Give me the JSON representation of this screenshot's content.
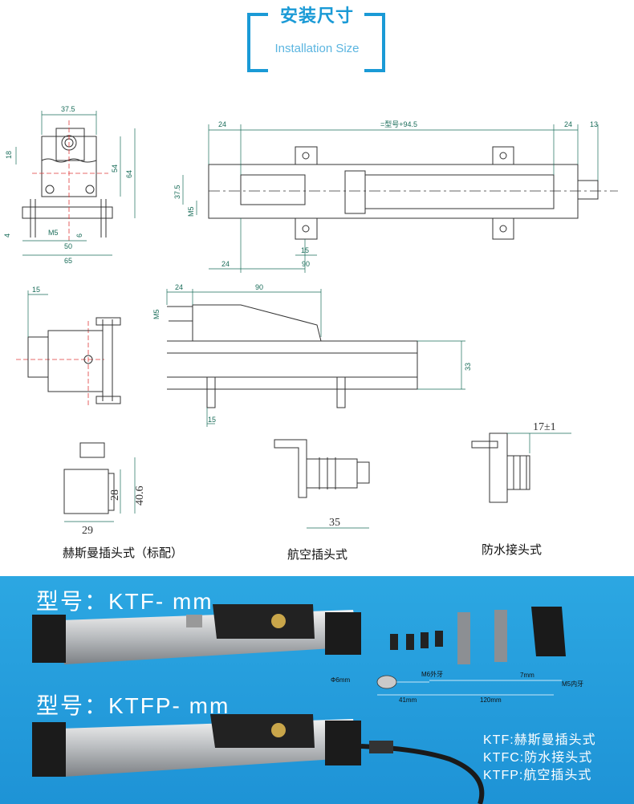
{
  "header": {
    "title_cn": "安装尺寸",
    "title_en": "Installation Size"
  },
  "dims": {
    "front": {
      "width_top": "37.5",
      "h18": "18",
      "h54": "54",
      "h64": "64",
      "d4": "4",
      "m5": "M5",
      "d6": "6",
      "d50": "50",
      "d65": "65"
    },
    "top": {
      "d24a": "24",
      "formula": "=型号+94.5",
      "d24b": "24",
      "d13": "13",
      "d375": "37.5",
      "m5": "M5",
      "d15": "15",
      "d24c": "24",
      "d90": "90"
    },
    "side": {
      "d15": "15",
      "d24": "24",
      "d90": "90",
      "m5": "M5",
      "d33": "33",
      "d15b": "15"
    },
    "connectors": {
      "hirschmann": {
        "d28": "28",
        "d406": "40.6",
        "d29": "29",
        "caption": "赫斯曼插头式（标配）"
      },
      "aviation": {
        "d35": "35",
        "caption": "航空插头式"
      },
      "waterproof": {
        "d17": "17±1",
        "caption": "防水接头式"
      }
    }
  },
  "banner": {
    "model1": "型号：KTF-  mm",
    "model2": "型号：KTFP-  mm",
    "rod": {
      "d6": "Φ6mm",
      "m6": "M6外牙",
      "d7": "7mm",
      "m5": "M5内牙",
      "d41": "41mm",
      "d120": "120mm"
    },
    "legend": [
      "KTF:赫斯曼插头式",
      "KTFC:防水接头式",
      "KTFP:航空插头式"
    ]
  },
  "colors": {
    "accent": "#1a9ad6",
    "banner": "#2ca7e2",
    "dim_line": "#1a6d5a"
  }
}
